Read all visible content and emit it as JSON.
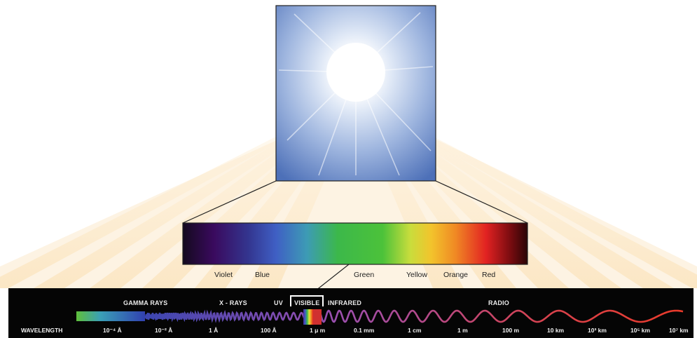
{
  "spectrum_colors": [
    "Violet",
    "Blue",
    "Green",
    "Yellow",
    "Orange",
    "Red"
  ],
  "regions": {
    "gamma": "GAMMA RAYS",
    "xrays": "X - RAYS",
    "uv": "UV",
    "visible": "VISIBLE",
    "infrared": "INFRARED",
    "radio": "RADIO"
  },
  "wavelength": {
    "axis_label": "WAVELENGTH",
    "ticks": [
      "10⁻⁴ Å",
      "10⁻² Å",
      "1 Å",
      "100 Å",
      "1 μ m",
      "0.1 mm",
      "1 cm",
      "1 m",
      "100 m",
      "10 km",
      "10³ km",
      "10⁵ km",
      "10⁷ km"
    ]
  },
  "colors": {
    "violet": "#3a0a5e",
    "blue": "#3f5fc4",
    "green": "#3cb84a",
    "yellow": "#e8e23a",
    "orange": "#f08a24",
    "red": "#e22222",
    "band_background": "#050505"
  },
  "icons": [
    "sun-photo",
    "sun-rays",
    "visible-spectrum-bar",
    "em-wave"
  ]
}
